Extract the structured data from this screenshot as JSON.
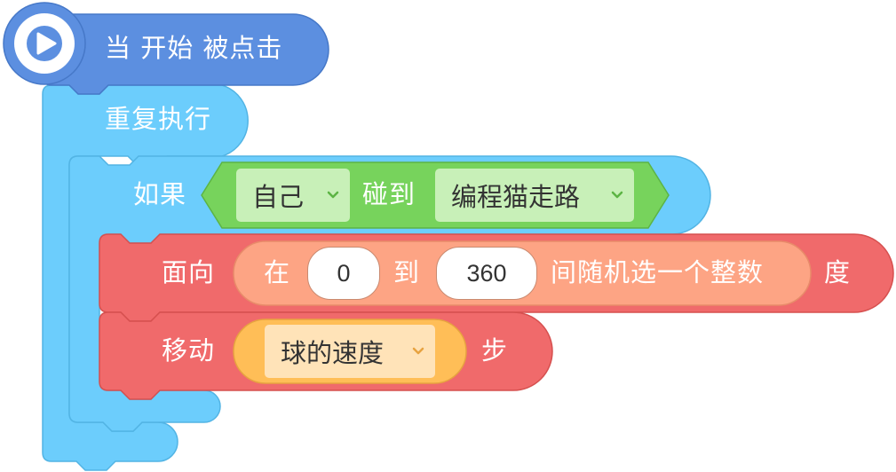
{
  "hat": {
    "text": "当 开始 被点击",
    "icon": "play-icon"
  },
  "forever": {
    "label": "重复执行"
  },
  "if_block": {
    "label": "如果",
    "condition": {
      "sprite_dropdown": "自己",
      "touch_label": "碰到",
      "target_dropdown": "编程猫走路"
    }
  },
  "point_block": {
    "label": "面向",
    "random": {
      "in_label": "在",
      "from_value": "0",
      "to_label": "到",
      "to_value": "360",
      "suffix": "间随机选一个整数"
    },
    "unit": "度"
  },
  "move_block": {
    "label": "移动",
    "variable": "球的速度",
    "unit": "步"
  },
  "colors": {
    "event": "#5c8fe0",
    "control": "#6ccdfc",
    "sensing": "#77d35c",
    "motion": "#f06a6b",
    "operator": "#fda484",
    "variable": "#ffbe57"
  }
}
